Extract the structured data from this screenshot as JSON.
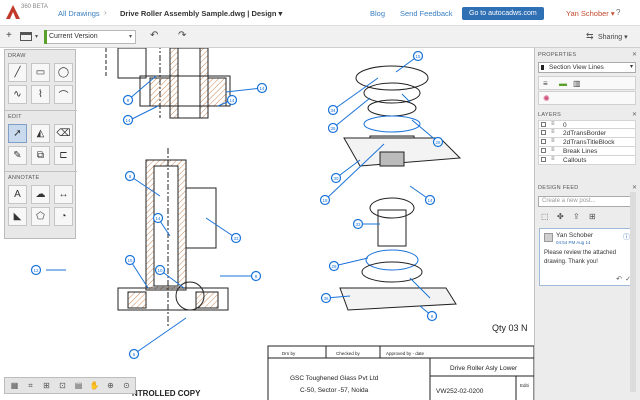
{
  "app": {
    "logo_icon": "autodesk-360-logo-icon",
    "logo_suffix": "360 BETA"
  },
  "breadcrumb": {
    "all_drawings": "All Drawings",
    "separator": "›",
    "file": "Drive Roller Assembly Sample.dwg | Design ▾"
  },
  "topnav": {
    "blog": "Blog",
    "feedback": "Send Feedback",
    "goto": "Go to autocadws.com",
    "user": "Yan Schober ▾",
    "help": "?"
  },
  "toolbar": {
    "add_icon": "plus-icon",
    "layout_icon": "layout-icon",
    "version": "Current Version",
    "undo_icon": "undo-icon",
    "redo_icon": "redo-icon",
    "share_icon": "share-icon",
    "sharing": "Sharing ▾"
  },
  "palette": {
    "draw": "DRAW",
    "edit": "EDIT",
    "annotate": "ANNOTATE"
  },
  "canvas": {
    "qty": "Qty  03 N",
    "controlled": "NTROLLED COPY",
    "title_header": [
      "Drn by",
      "Checked by",
      "Approved by - date"
    ],
    "company_line1": "GSC Toughened Glass Pvt Ltd",
    "company_line2": "C-50, Sector -57, Noida",
    "drawing_title": "Drive Roller Asly Lower",
    "drawing_no": "VW252-02-0200",
    "edit_label": "Editi",
    "balloons": [
      "8",
      "14",
      "14",
      "14",
      "8",
      "14",
      "15",
      "10",
      "33",
      "8",
      "6",
      "12",
      "34",
      "35",
      "30",
      "18",
      "15",
      "26",
      "14",
      "33",
      "29",
      "36",
      "8"
    ]
  },
  "properties": {
    "title": "PROPERTIES",
    "close": "✕",
    "selection": "Section View Lines"
  },
  "layers": {
    "title": "LAYERS",
    "close": "✕",
    "items": [
      {
        "name": "0"
      },
      {
        "name": "2dTransBorder"
      },
      {
        "name": "2dTransTitleBlock"
      },
      {
        "name": "Break Lines"
      },
      {
        "name": "Callouts"
      }
    ]
  },
  "feed": {
    "title": "DESIGN FEED",
    "close": "✕",
    "placeholder": "Create a new post...",
    "post": {
      "name": "Yan Schober",
      "time": "04:54 PM Aug 14",
      "message": "Please review the attached drawing. Thank you!"
    }
  },
  "colors": {
    "accent": "#2f6fb4",
    "balloon": "#1a73d9",
    "user": "#c24a2d"
  }
}
